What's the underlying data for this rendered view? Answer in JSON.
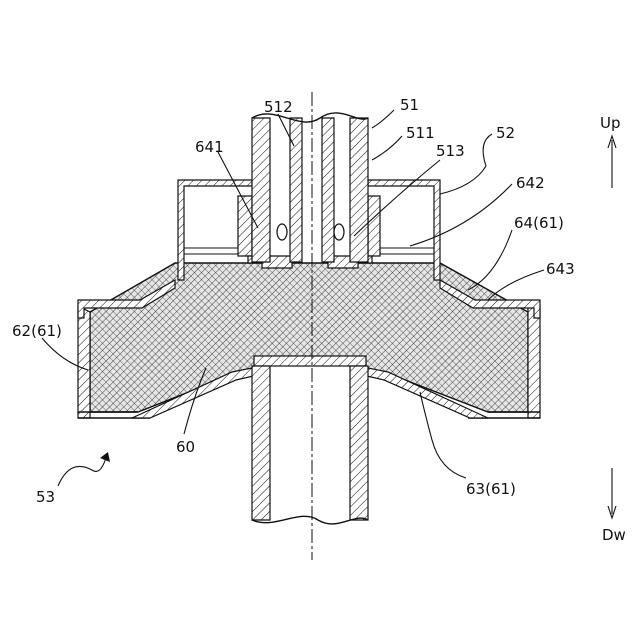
{
  "diagram": {
    "colors": {
      "ink": "#111111",
      "paper": "#ffffff",
      "core": "#d9d9d9"
    },
    "labels": {
      "l512": "512",
      "l51": "51",
      "l511": "511",
      "l52": "52",
      "lUp": "Up",
      "l641": "641",
      "l513": "513",
      "l642": "642",
      "l64": "64(61)",
      "l643": "643",
      "l62": "62(61)",
      "l60": "60",
      "l53": "53",
      "l63": "63(61)",
      "lDw": "Dw"
    }
  }
}
